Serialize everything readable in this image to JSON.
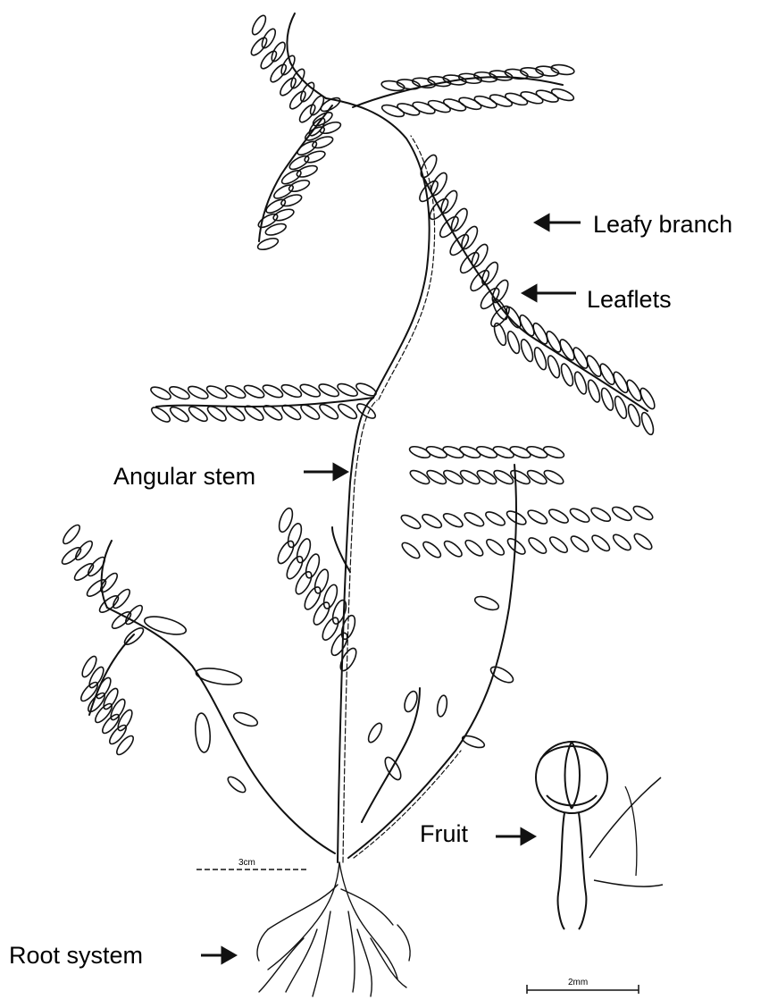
{
  "labels": {
    "leafy_branch": "Leafy branch",
    "leaflets": "Leaflets",
    "angular_stem": "Angular stem",
    "fruit": "Fruit",
    "root_system": "Root system"
  },
  "scale_bars": {
    "plant": "3cm",
    "fruit": "2mm"
  },
  "colors": {
    "ink": "#111111",
    "background": "#ffffff"
  }
}
